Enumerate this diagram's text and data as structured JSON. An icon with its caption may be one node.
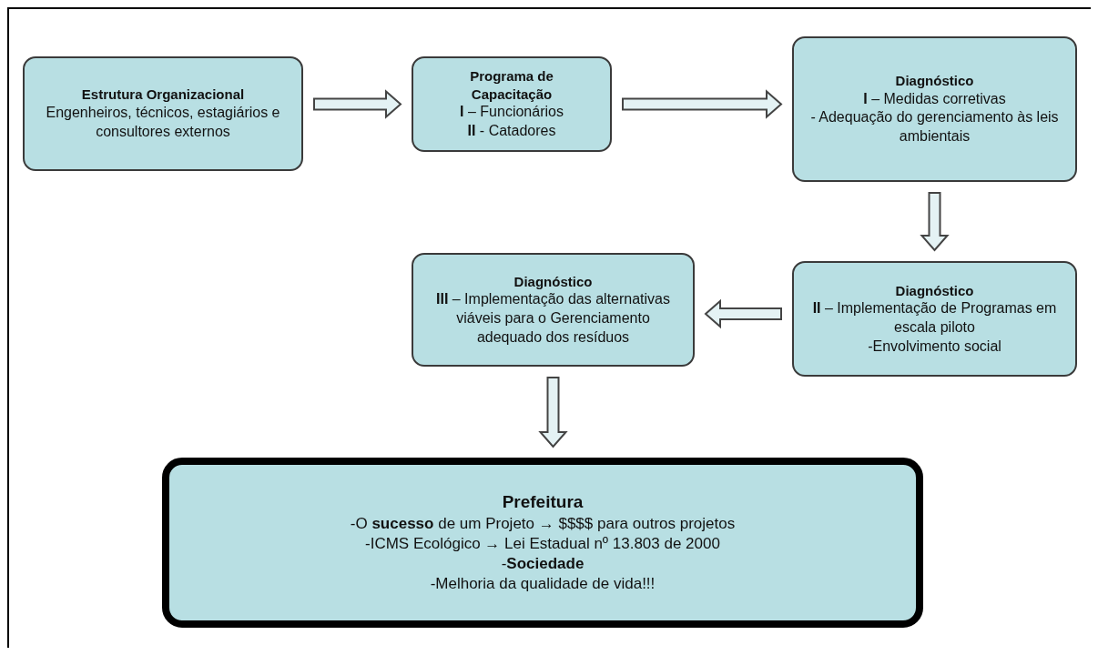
{
  "diagram": {
    "nodes": [
      {
        "text": [
          "Estrutura Organizacional",
          "Engenheiros, técnicos, estagiários e consultores externos"
        ]
      },
      {
        "text": [
          "Programa de Capacitação",
          "**I** – Funcionários",
          "**II** - Catadores"
        ]
      },
      {
        "text": [
          "Diagnóstico",
          "**I** – Medidas corretivas",
          "- Adequação do gerenciamento às leis ambientais"
        ]
      },
      {
        "text": [
          "Diagnóstico",
          "**II** – Implementação de Programas em escala piloto",
          "-Envolvimento social"
        ]
      },
      {
        "text": [
          "Diagnóstico",
          "**III** – Implementação das alternativas viáveis para o Gerenciamento adequado dos resíduos"
        ]
      },
      {
        "text": [
          "Prefeitura",
          "-O **sucesso** de um Projeto → $$$$ para outros projetos",
          "-ICMS Ecológico → Lei Estadual nº 13.803 de 2000",
          "-**Sociedade**",
          "-Melhoria da qualidade de vida!!!"
        ]
      }
    ],
    "edges": [
      {
        "from": 0,
        "to": 1,
        "arrow": "to"
      },
      {
        "from": 1,
        "to": 2,
        "arrow": "to"
      },
      {
        "from": 2,
        "to": 3,
        "arrow": "to"
      },
      {
        "from": 3,
        "to": 4,
        "arrow": "to"
      },
      {
        "from": 4,
        "to": 5,
        "arrow": "to"
      }
    ]
  }
}
